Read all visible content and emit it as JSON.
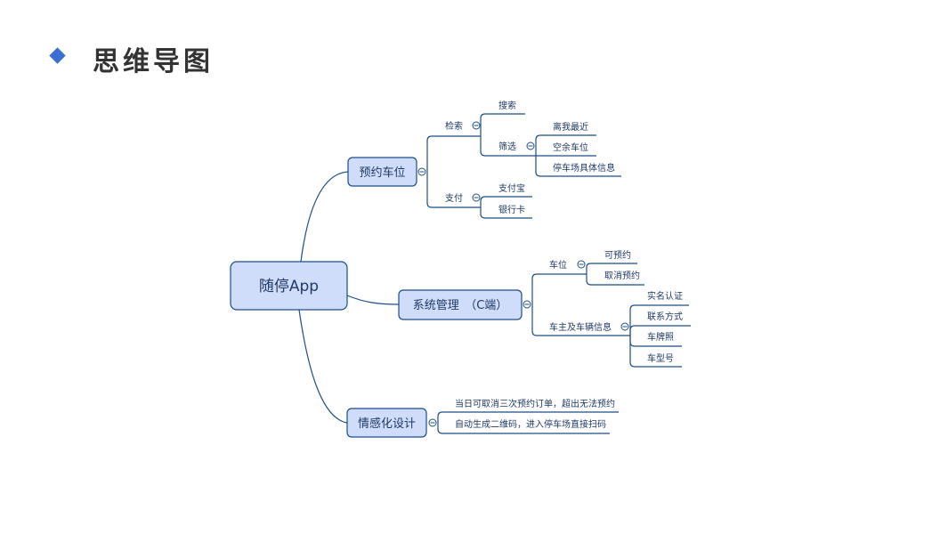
{
  "page": {
    "title": "思维导图"
  },
  "colors": {
    "accent": "#3b6fd4",
    "node_fill": "#cfdcfa",
    "line": "#1d4d8a",
    "text": "#1f3a66"
  },
  "mindmap": {
    "root": "随停App",
    "branches": [
      {
        "label": "预约车位",
        "children": [
          {
            "label": "检索",
            "children": [
              {
                "label": "搜索"
              },
              {
                "label": "筛选",
                "children": [
                  {
                    "label": "离我最近"
                  },
                  {
                    "label": "空余车位"
                  },
                  {
                    "label": "停车场具体信息"
                  }
                ]
              }
            ]
          },
          {
            "label": "支付",
            "children": [
              {
                "label": "支付宝"
              },
              {
                "label": "银行卡"
              }
            ]
          }
        ]
      },
      {
        "label": "系统管理　（C端）",
        "children": [
          {
            "label": "车位",
            "children": [
              {
                "label": "可预约"
              },
              {
                "label": "取消预约"
              }
            ]
          },
          {
            "label": "车主及车辆信息",
            "children": [
              {
                "label": "实名认证"
              },
              {
                "label": "联系方式"
              },
              {
                "label": "车牌照"
              },
              {
                "label": "车型号"
              }
            ]
          }
        ]
      },
      {
        "label": "情感化设计",
        "children": [
          {
            "label": "当日可取消三次预约订单，超出无法预约"
          },
          {
            "label": "自动生成二维码，进入停车场直接扫码"
          }
        ]
      }
    ]
  }
}
